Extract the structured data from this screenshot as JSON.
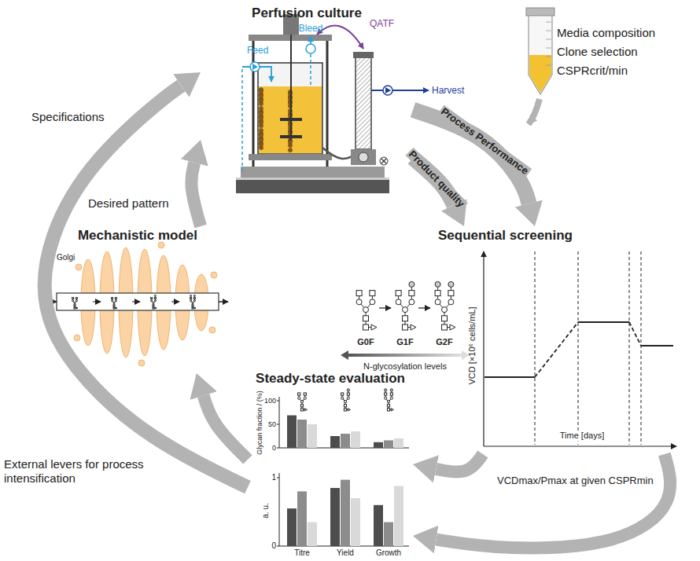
{
  "diagram": {
    "nodes": [
      {
        "text": [
          "Perfusion culture"
        ]
      },
      {
        "text": [
          "Sequential screening"
        ]
      },
      {
        "text": [
          "Mechanistic model"
        ]
      },
      {
        "text": [
          "Steady-state evaluation"
        ]
      }
    ],
    "edges": [
      {
        "from": 0,
        "to": 1,
        "arrow": "to",
        "label": "Process Performance"
      },
      {
        "from": 0,
        "to": 1,
        "arrow": "to",
        "label": "Product quality"
      },
      {
        "from": 1,
        "to": 3,
        "arrow": "to"
      },
      {
        "from": 1,
        "to": 3,
        "arrow": "to",
        "label": "VCDmax/Pmax at given CSPRmin"
      },
      {
        "from": 3,
        "to": 2,
        "arrow": "to"
      },
      {
        "from": 2,
        "to": 0,
        "arrow": "to",
        "label": "Desired pattern"
      },
      {
        "from": 3,
        "to": 0,
        "arrow": "to",
        "label": "Specifications"
      }
    ],
    "labels": [
      "Feed",
      "Bleed",
      "QATF",
      "Harvest",
      "Media composition",
      "Clone selection",
      "CSPRcrit/min",
      "G0F",
      "G1F",
      "G2F",
      "N-glycosylation levels",
      "VCD [×10⁶ cells/mL]",
      "Time [days]",
      "Glycan fraction / (%)",
      "100",
      "50",
      "0",
      "1",
      "0",
      "a. u.",
      "Titre",
      "Yield",
      "Growth",
      "Golgi",
      "External levers for process intensification"
    ]
  }
}
